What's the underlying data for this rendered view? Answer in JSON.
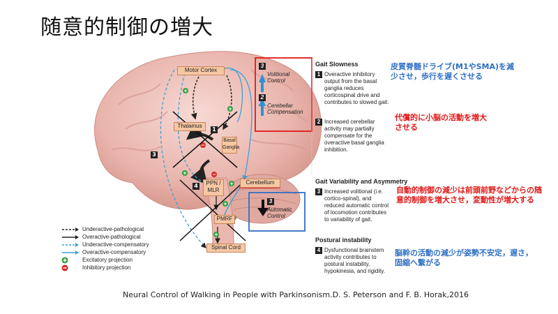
{
  "title": "随意的制御の増大",
  "citation": "Neural Control of Walking in People with Parkinsonism.D. S. Peterson and F. B. Horak,2016",
  "brain_labels": {
    "motor_cortex": "Motor Cortex",
    "thalamus": "Thalamus",
    "basal_ganglia": "Basal Ganglia",
    "ppn_mlr": "PPN / MLR",
    "pmrf": "PMRF",
    "cerebellum": "Cerebellum",
    "spinal_cord": "Spinal Cord"
  },
  "markers": {
    "m1": "1",
    "m3": "3",
    "m4": "4"
  },
  "control_boxes": {
    "volitional": {
      "num": "3",
      "text": "Volitional Control"
    },
    "cerebellar": {
      "num": "2",
      "text": "Cerebellar Compensation"
    },
    "automatic": {
      "num": "3",
      "text": "Automatic Control"
    }
  },
  "sections": {
    "gait_slowness": {
      "heading": "Gait Slowness",
      "items": [
        {
          "num": "1",
          "text": "Overactive inhibitory output from the basal ganglia reduces corticospinal drive and contributes to slowed gait."
        },
        {
          "num": "2",
          "text": "Increased cerebellar activity may partially compensate for the overactive basal ganglia inhibition."
        }
      ]
    },
    "gait_variability": {
      "heading": "Gait Variability and Asymmetry",
      "items": [
        {
          "num": "3",
          "text": "Increased volitional (i.e. cortico-spinal), and reduced automatic control of locomotion contributes to variability of gait."
        }
      ]
    },
    "postural": {
      "heading": "Postural instability",
      "items": [
        {
          "num": "4",
          "text": "Dysfunctional brainstem activity contributes to postural instability, hypokinesia, and rigidity."
        }
      ]
    }
  },
  "annotations": {
    "a1": "皮質脊髄ドライブ(M1やSMA)を減少させ，歩行を遅くさせる",
    "a2": "代償的に小脳の活動を増大させる",
    "a3": "自動的制御の減少は前頭前野などからの随意的制御を増大させ，変動性が増大する",
    "a4": "脳幹の活動の減少が姿勢不安定，遅さ，固縮へ繋がる"
  },
  "legend": [
    {
      "label": "Underactive-pathological",
      "style": "dashed",
      "color": "#222222"
    },
    {
      "label": "Overactive-pathological",
      "style": "solid",
      "color": "#222222"
    },
    {
      "label": "Underactive-compensatory",
      "style": "dashed",
      "color": "#3aa0d8"
    },
    {
      "label": "Overactive-compensatory",
      "style": "solid",
      "color": "#3aa0d8"
    },
    {
      "label": "Excitatory projection",
      "style": "plus",
      "color": "#2e9e3e"
    },
    {
      "label": "Inhibitory projection",
      "style": "minus",
      "color": "#d62a2a"
    }
  ],
  "colors": {
    "annotation_blue": "#2f6fc4",
    "annotation_red": "#e01818",
    "highlight_red_box": "#e01818",
    "highlight_blue_box": "#2f6fc4",
    "compensatory_blue": "#3aa0d8"
  }
}
